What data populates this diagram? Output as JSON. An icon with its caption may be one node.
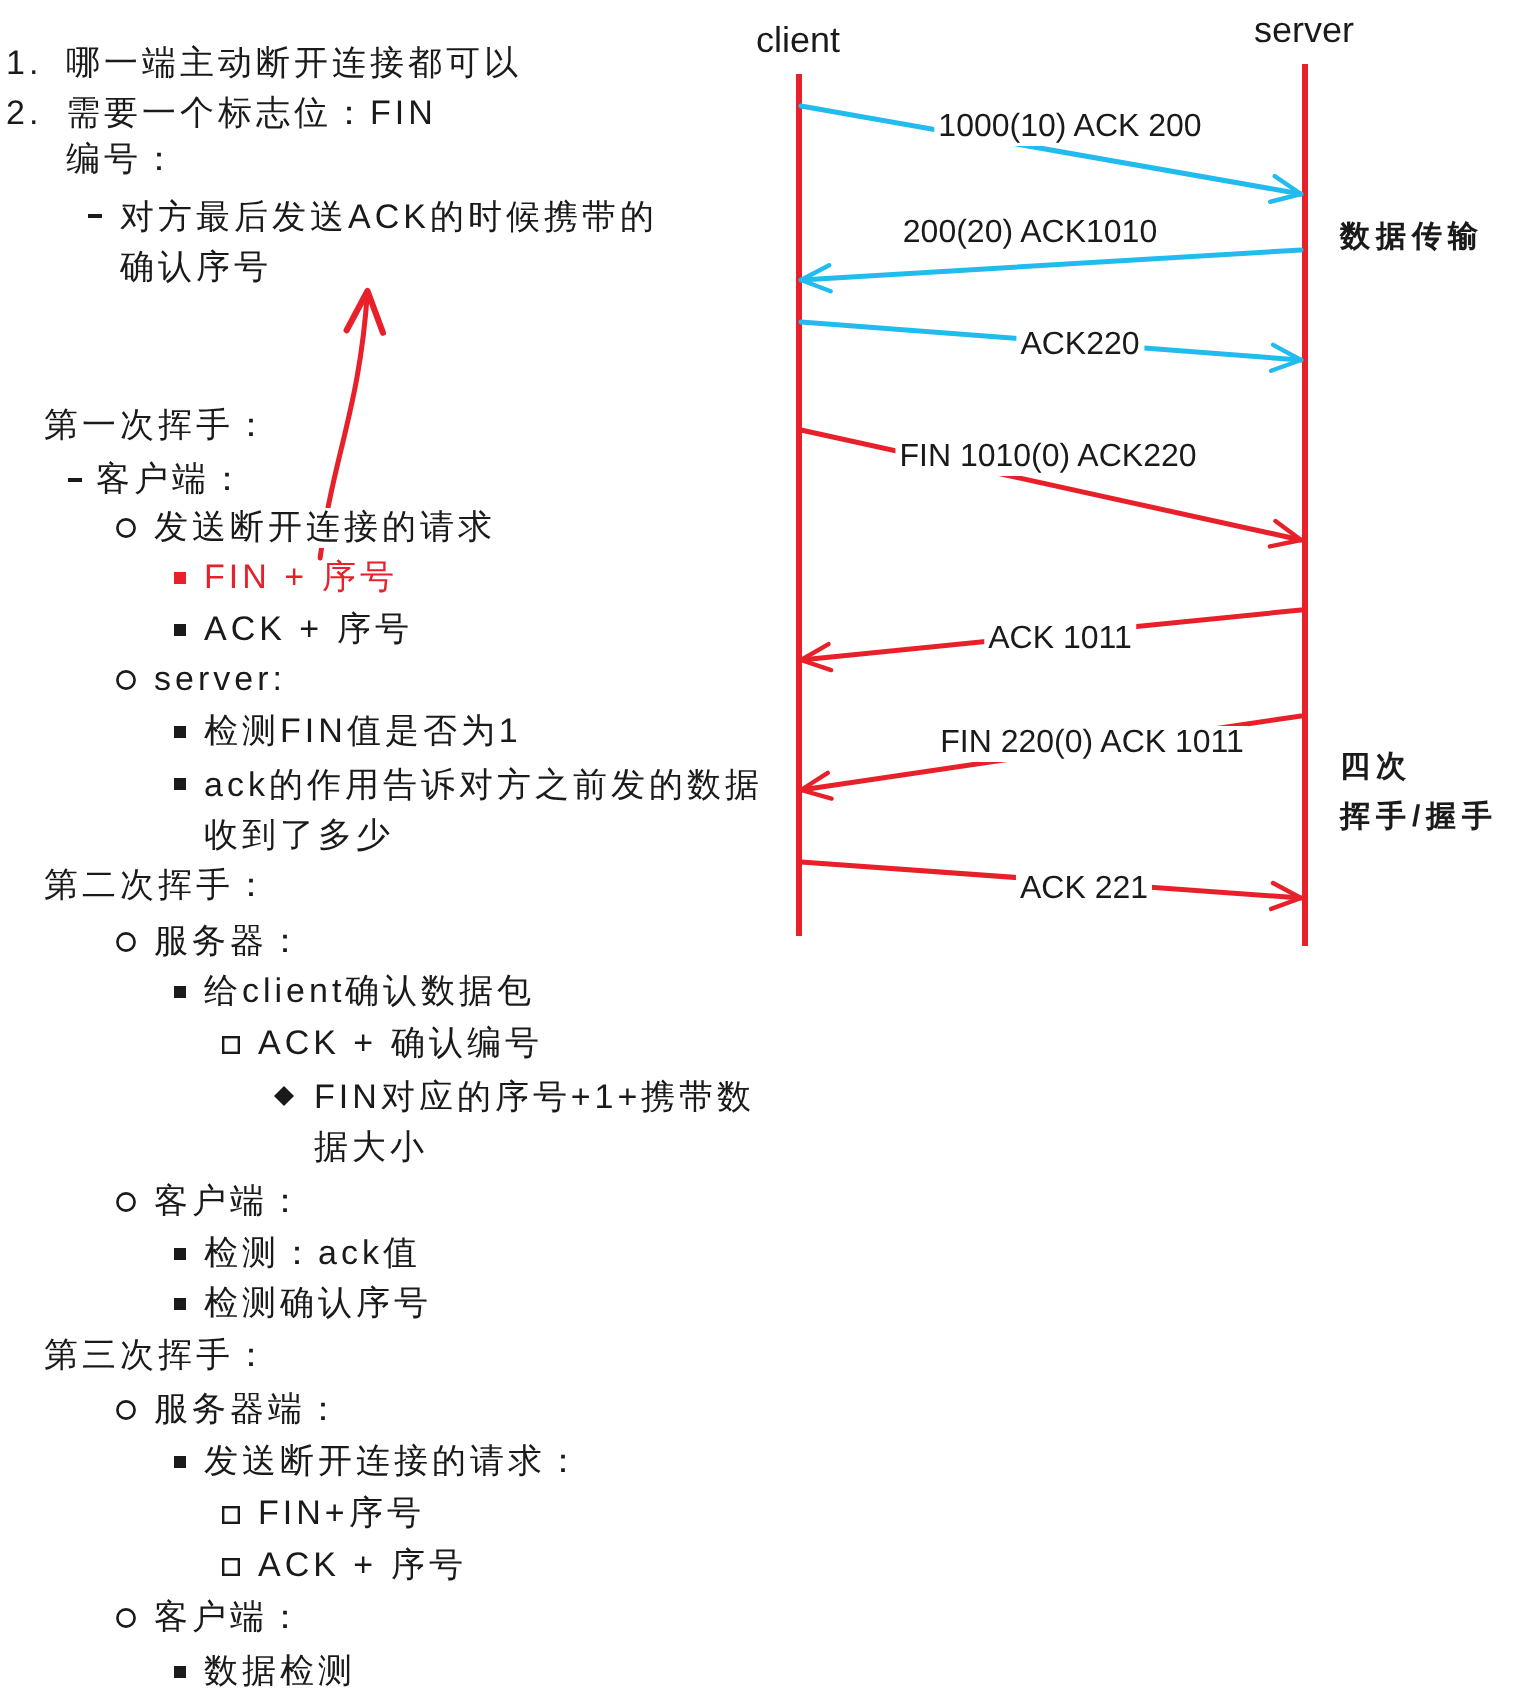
{
  "diagram": {
    "nodes": [
      {
        "text": [
          "client"
        ]
      },
      {
        "text": [
          "server"
        ]
      },
      {
        "text": [
          "对方最后发送ACK的时候携带的确认序号"
        ]
      },
      {
        "text": [
          "FIN + 序号"
        ]
      }
    ],
    "edges": [
      {
        "from": 0,
        "to": 1,
        "arrow": "to",
        "label": "1000(10) ACK 200",
        "color": "#22bbee"
      },
      {
        "from": 1,
        "to": 0,
        "arrow": "to",
        "label": "200(20) ACK1010",
        "color": "#22bbee"
      },
      {
        "from": 0,
        "to": 1,
        "arrow": "to",
        "label": "ACK220",
        "color": "#22bbee"
      },
      {
        "from": 0,
        "to": 1,
        "arrow": "to",
        "label": "FIN 1010(0) ACK220"
      },
      {
        "from": 1,
        "to": 0,
        "arrow": "to",
        "label": "ACK 1011"
      },
      {
        "from": 1,
        "to": 0,
        "arrow": "to",
        "label": "FIN 220(0) ACK 1011"
      },
      {
        "from": 0,
        "to": 1,
        "arrow": "to",
        "label": "ACK 221"
      },
      {
        "from": 3,
        "to": 2,
        "arrow": "to"
      }
    ],
    "labels": [
      "1.",
      "哪一端主动断开连接都可以",
      "2.",
      "需要一个标志位：FIN",
      "编号：",
      "第一次挥手：",
      "客户端：",
      "发送断开连接的请求",
      "ACK + 序号",
      "server:",
      "检测FIN值是否为1",
      "ack的作用告诉对方之前发的数据收到了多少",
      "第二次挥手：",
      "服务器：",
      "给client确认数据包",
      "ACK + 确认编号",
      "FIN对应的序号+1+携带数据大小",
      "客户端：",
      "检测：ack值",
      "检测确认序号",
      "第三次挥手：",
      "服务器端：",
      "发送断开连接的请求：",
      "FIN+序号",
      "ACK + 序号",
      "客户端：",
      "数据检测",
      "数据传输",
      "四次",
      "挥手/握手"
    ]
  }
}
